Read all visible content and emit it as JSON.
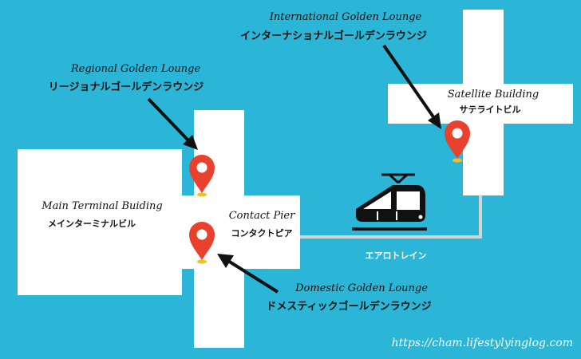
{
  "map": {
    "colors": {
      "background": "#2bb6d8",
      "building": "#ffffff",
      "connector": "#d4d4d4",
      "pin": "#e8412d",
      "pin_shadow": "#f1c21b",
      "arrow": "#111111"
    },
    "buildings": {
      "main_terminal": {
        "name_en": "Main Terminal Buiding",
        "name_jp": "メインターミナルビル"
      },
      "contact_pier": {
        "name_en": "Contact Pier",
        "name_jp": "コンタクトピア"
      },
      "satellite": {
        "name_en": "Satellite Building",
        "name_jp": "サテライトビル"
      }
    },
    "lounges": {
      "regional": {
        "name_en": "Regional Golden Lounge",
        "name_jp": "リージョナルゴールデンラウンジ"
      },
      "international": {
        "name_en": "International Golden Lounge",
        "name_jp": "インターナショナルゴールデンラウンジ"
      },
      "domestic": {
        "name_en": "Domestic Golden Lounge",
        "name_jp": "ドメスティックゴールデンラウンジ"
      }
    },
    "transit": {
      "name_jp": "エアロトレイン",
      "icon": "train-icon"
    },
    "watermark": "https://cham.lifestylyinglog.com"
  }
}
